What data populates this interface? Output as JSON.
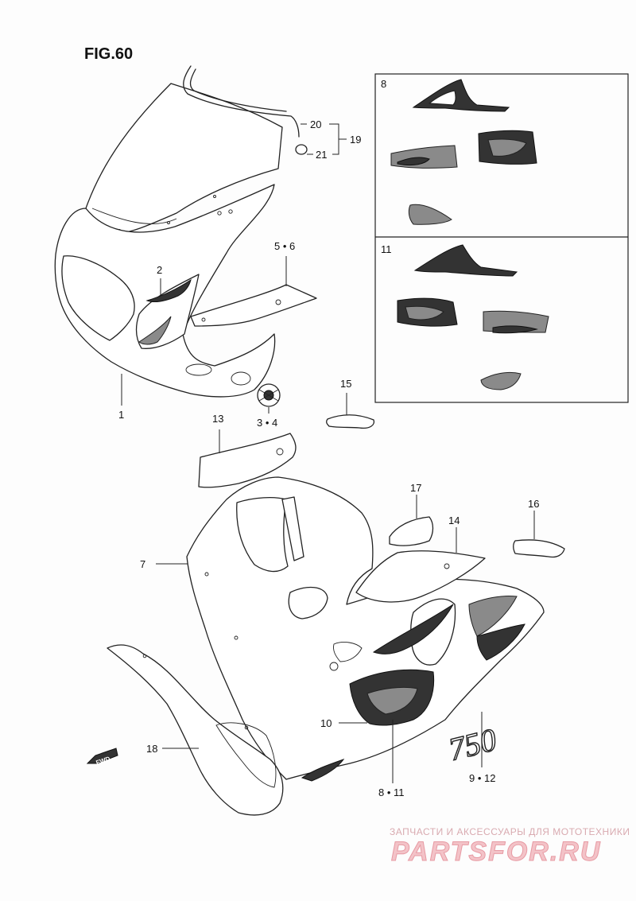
{
  "figure": {
    "title": "FIG.60"
  },
  "callouts": [
    {
      "id": "c1",
      "text": "1"
    },
    {
      "id": "c2",
      "text": "2"
    },
    {
      "id": "c3",
      "text": "3 • 4"
    },
    {
      "id": "c5",
      "text": "5 • 6"
    },
    {
      "id": "c7",
      "text": "7"
    },
    {
      "id": "c8a",
      "text": "8"
    },
    {
      "id": "c8b",
      "text": "8 • 11"
    },
    {
      "id": "c9",
      "text": "9 • 12"
    },
    {
      "id": "c10",
      "text": "10"
    },
    {
      "id": "c11",
      "text": "11"
    },
    {
      "id": "c13",
      "text": "13"
    },
    {
      "id": "c14",
      "text": "14"
    },
    {
      "id": "c15",
      "text": "15"
    },
    {
      "id": "c16",
      "text": "16"
    },
    {
      "id": "c17",
      "text": "17"
    },
    {
      "id": "c18",
      "text": "18"
    },
    {
      "id": "c19",
      "text": "19"
    },
    {
      "id": "c20",
      "text": "20"
    },
    {
      "id": "c21",
      "text": "21"
    }
  ],
  "decal": {
    "model_number": "750"
  },
  "direction_marker": {
    "label": "FWD"
  },
  "watermark": {
    "tagline": "ЗАПЧАСТИ И АКСЕССУАРЫ ДЛЯ МОТОТЕХНИКИ",
    "brand": "PARTSFOR.RU"
  }
}
